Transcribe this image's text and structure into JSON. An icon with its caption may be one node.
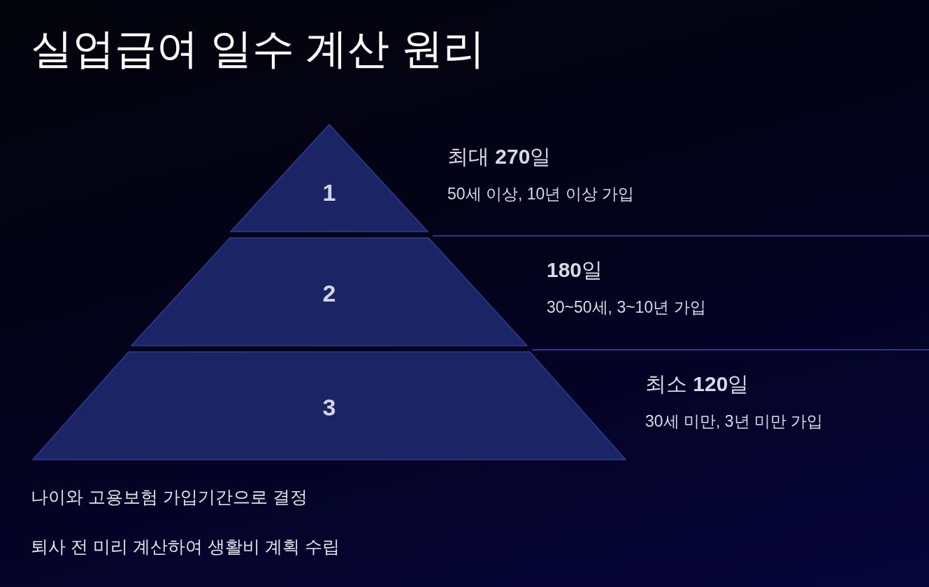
{
  "diagram": {
    "title": "실업급여 일수 계산 원리",
    "nodes": [
      {
        "text": [
          "1"
        ],
        "beside": [
          "최대 **270**일",
          "50세 이상, 10년 이상 가입"
        ]
      },
      {
        "text": [
          "2"
        ],
        "beside": [
          "**180**일",
          "30~50세, 3~10년 가입"
        ]
      },
      {
        "text": [
          "3"
        ],
        "beside": [
          "최소 **120**일",
          "30세 미만, 3년 미만 가입"
        ]
      }
    ],
    "labels": [
      "나이와 고용보험 가입기간으로 결정",
      "퇴사 전 미리 계산하여 생활비 계획 수립"
    ]
  }
}
